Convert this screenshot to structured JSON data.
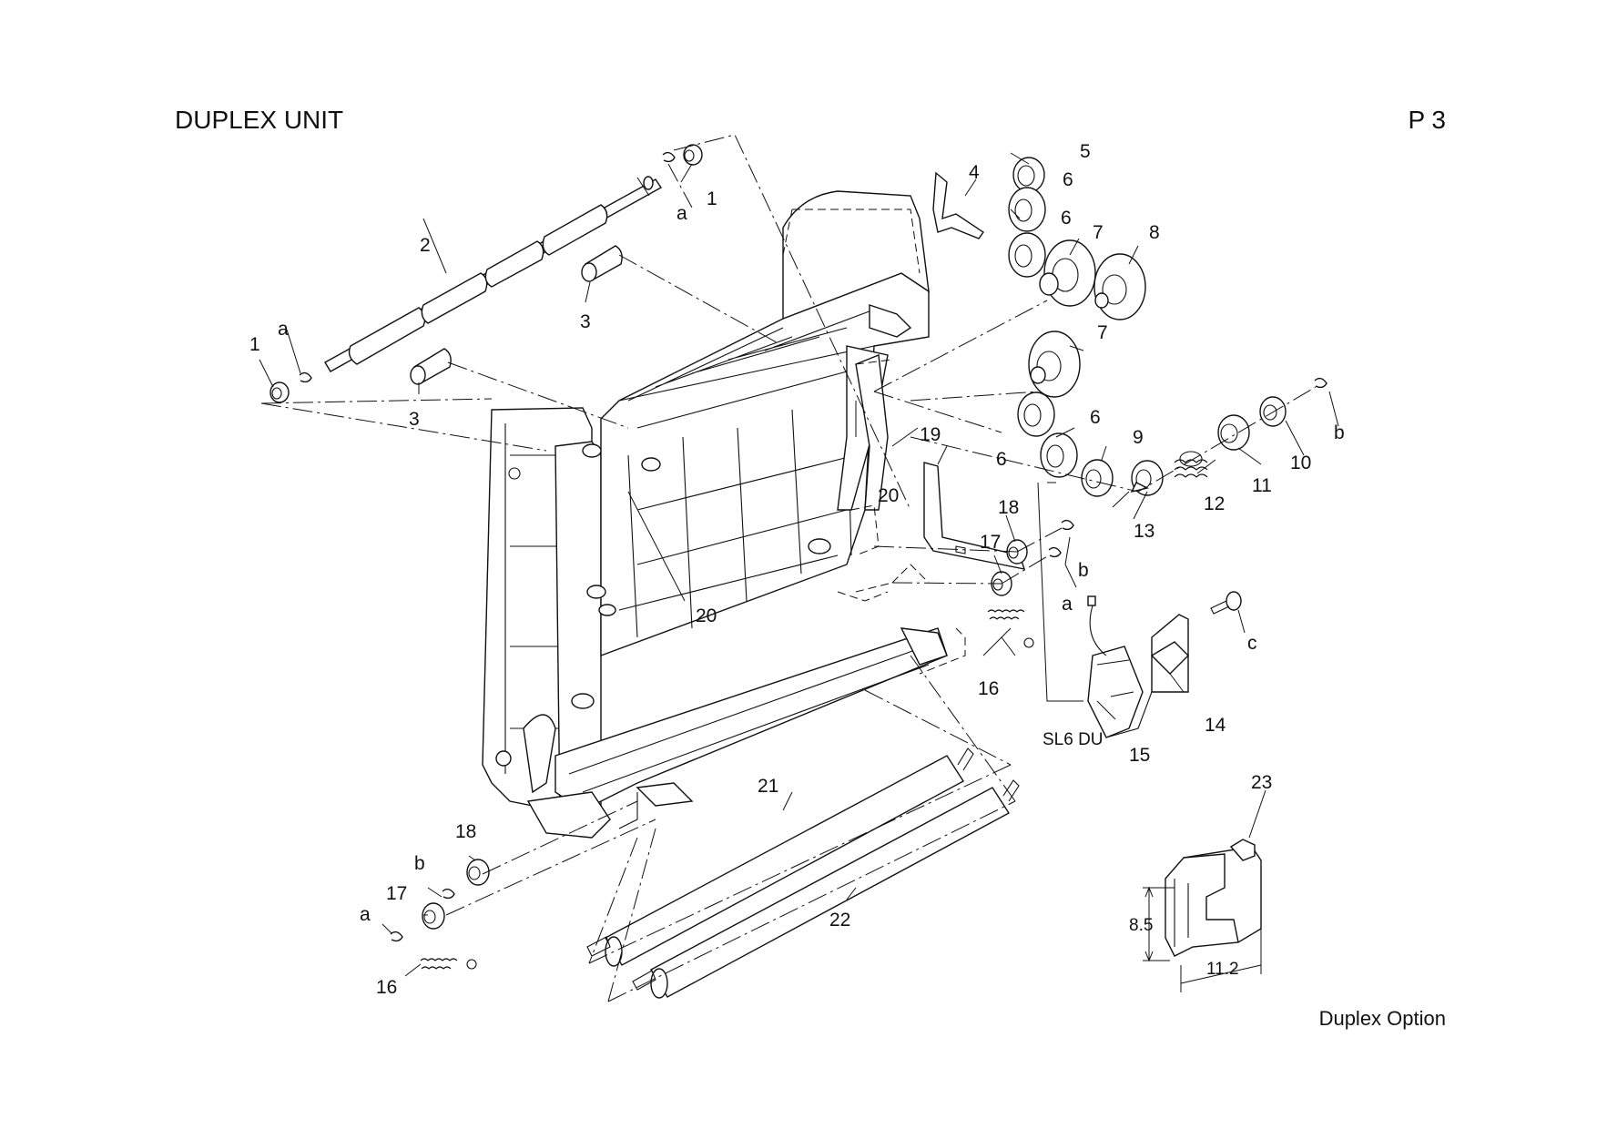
{
  "header": {
    "title": "DUPLEX UNIT",
    "page": "P 3"
  },
  "footer": {
    "caption": "Duplex Option"
  },
  "callouts": {
    "c1a": "1",
    "c1b": "1",
    "c2": "2",
    "c3a": "3",
    "c3b": "3",
    "c4": "4",
    "c5": "5",
    "c6a": "6",
    "c6b": "6",
    "c6c": "6",
    "c6d": "6",
    "c7a": "7",
    "c7b": "7",
    "c8": "8",
    "c9": "9",
    "c10": "10",
    "c11": "11",
    "c12": "12",
    "c13": "13",
    "c14": "14",
    "c15": "15",
    "c16a": "16",
    "c16b": "16",
    "c17a": "17",
    "c17b": "17",
    "c18a": "18",
    "c18b": "18",
    "c19": "19",
    "c20a": "20",
    "c20b": "20",
    "c21": "21",
    "c22": "22",
    "c23": "23",
    "ca1": "a",
    "ca2": "a",
    "ca3": "a",
    "ca4": "a",
    "cb1": "b",
    "cb2": "b",
    "cb3": "b",
    "cc": "c"
  },
  "sensor_label": "SL6 DU",
  "dimensions": {
    "height": "8.5",
    "width": "11.2"
  }
}
